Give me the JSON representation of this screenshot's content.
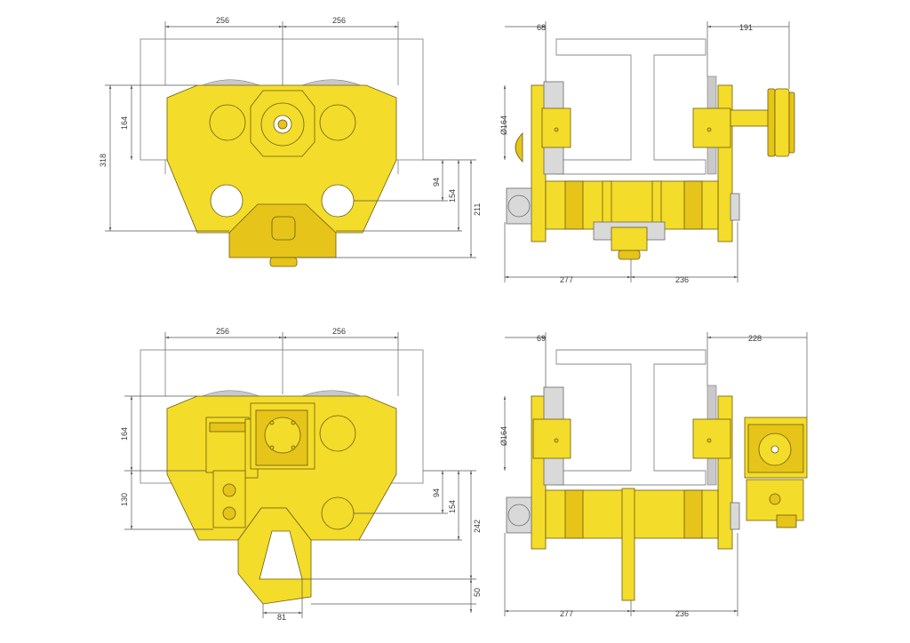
{
  "views": {
    "tl": {
      "w_left": "256",
      "w_right": "256",
      "h_164": "164",
      "h_318": "318",
      "h_94": "94",
      "h_154": "154",
      "h_211": "211"
    },
    "tr": {
      "top_68": "68",
      "top_191": "191",
      "diam": "Ø164",
      "bot_277": "277",
      "bot_236": "236"
    },
    "bl": {
      "w_left": "256",
      "w_right": "256",
      "h_164": "164",
      "h_130": "130",
      "h_94": "94",
      "h_154": "154",
      "h_242": "242",
      "h_50": "50",
      "w_81": "81"
    },
    "br": {
      "top_69": "69",
      "top_228": "228",
      "diam": "Ø164",
      "bot_277": "277",
      "bot_236": "236"
    }
  }
}
